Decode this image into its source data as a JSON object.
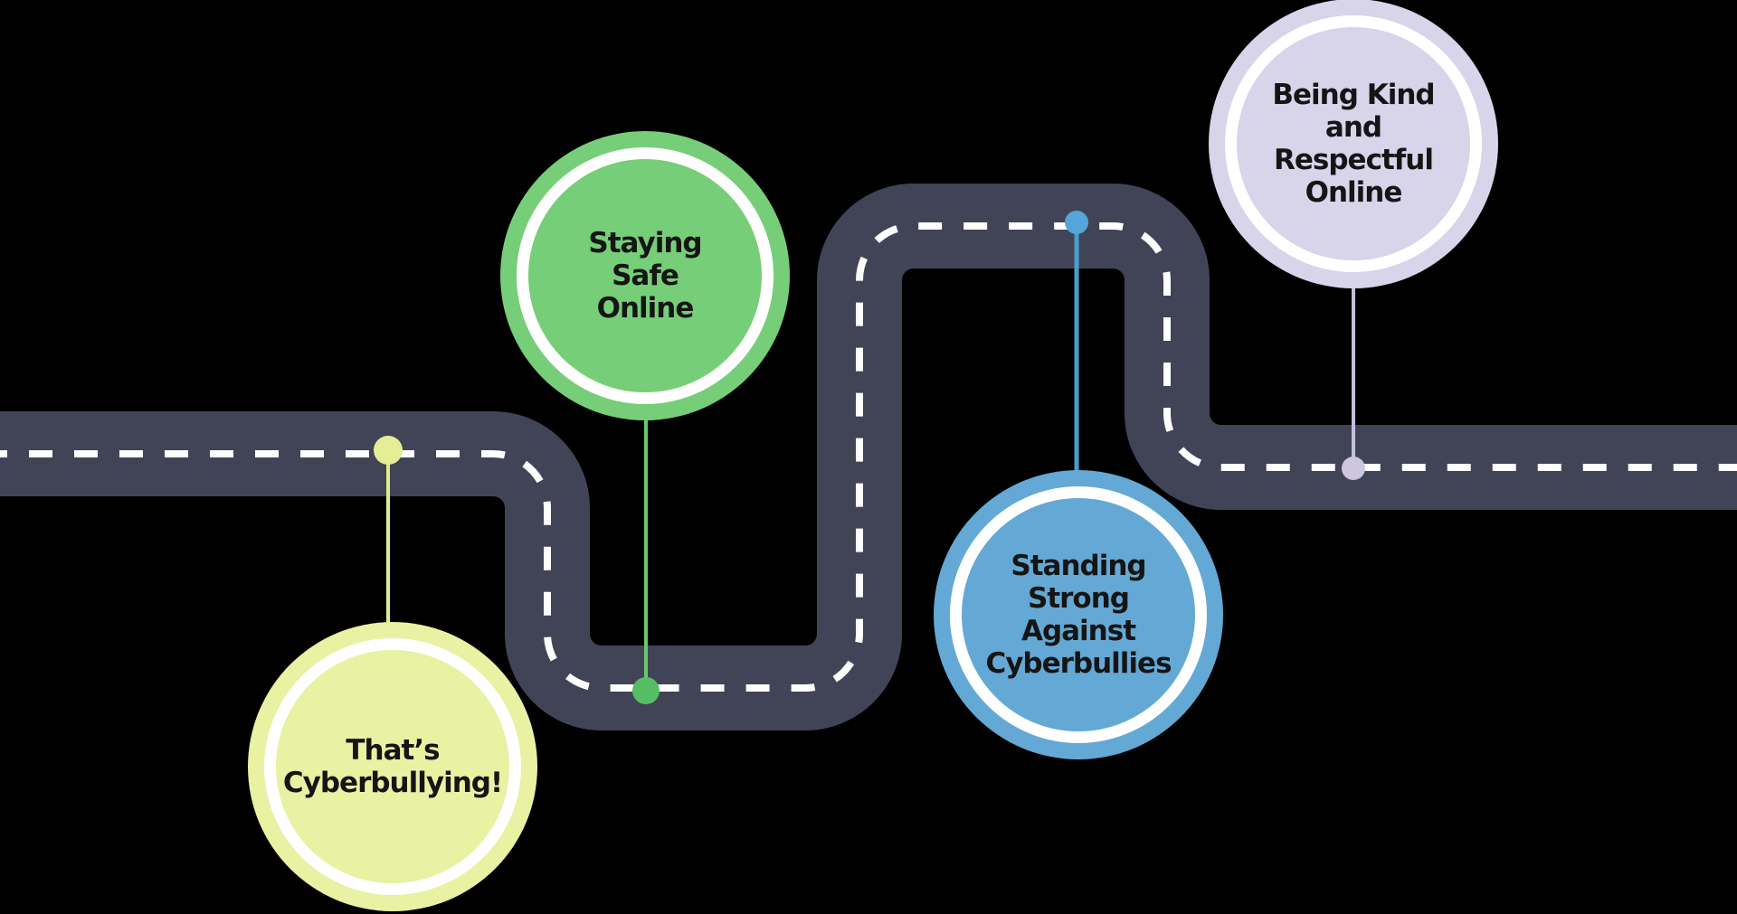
{
  "colors": {
    "background": "#000000",
    "road": "#414456",
    "road_dash": "#ffffff",
    "ring": "#ffffff",
    "text": "#151515"
  },
  "milestones": [
    {
      "order": 1,
      "id": "thats-cyberbullying",
      "lines": [
        "That’s",
        "Cyberbullying!"
      ],
      "color": {
        "fill": "#E9F1A2",
        "line": "#DFED90",
        "dot": "#E5EE96"
      }
    },
    {
      "order": 2,
      "id": "staying-safe-online",
      "lines": [
        "Staying",
        "Safe",
        "Online"
      ],
      "color": {
        "fill": "#77CE78",
        "line": "#69C86E",
        "dot": "#55BE64"
      }
    },
    {
      "order": 3,
      "id": "standing-strong-against-cyberbullies",
      "lines": [
        "Standing",
        "Strong Against",
        "Cyberbullies"
      ],
      "color": {
        "fill": "#64A9D5",
        "line": "#499ED0",
        "dot": "#55A6D8"
      }
    },
    {
      "order": 4,
      "id": "being-kind-and-respectful-online",
      "lines": [
        "Being Kind",
        "and Respectful",
        "Online"
      ],
      "color": {
        "fill": "#D8D4EA",
        "line": "#C6BED8",
        "dot": "#CDC6E0"
      }
    }
  ]
}
